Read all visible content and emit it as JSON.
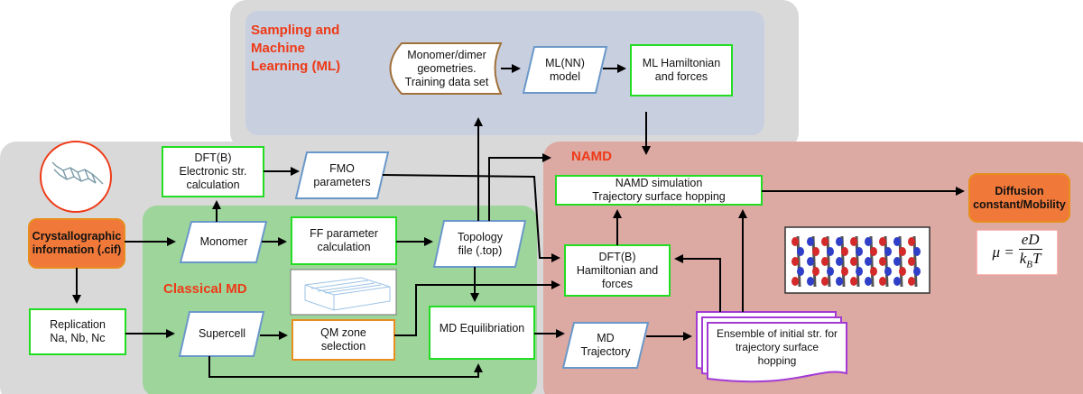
{
  "regions": {
    "sampling": "Sampling and\nMachine\nLearning (ML)",
    "namd": "NAMD",
    "classical": "Classical MD"
  },
  "nodes": {
    "crystal": "Crystallographic\ninformation (.cif)",
    "replication": "Replication\nNa, Nb, Nc",
    "dft_elec": "DFT(B)\nElectronic str.\ncalculation",
    "fmo": "FMO\nparameters",
    "monomer": "Monomer",
    "ff": "FF parameter\ncalculation",
    "topology": "Topology\nfile (.top)",
    "supercell": "Supercell",
    "qm_zone": "QM zone\nselection",
    "md_equil": "MD Equilibriation",
    "md_traj": "MD\nTrajectory",
    "ensemble": "Ensemble of initial str. for\ntrajectory surface\nhopping",
    "dft_ham": "DFT(B)\nHamiltonian and\nforces",
    "namd_sim": "NAMD simulation\nTrajectory surface hopping",
    "diffusion": "Diffusion\nconstant/Mobility",
    "geometries": "Monomer/dimer\ngeometries.\nTraining data set",
    "ml_model": "ML(NN)\nmodel",
    "ml_ham": "ML Hamiltonian\nand forces"
  },
  "formula": {
    "lhs": "μ =",
    "numerator": "eD",
    "denominator_base": "k",
    "denominator_sub": "B",
    "denominator_tail": "T"
  },
  "colors": {
    "gray_panel": "#d9d9d9",
    "sampling_panel": "#c8cfdf",
    "namd_panel": "#dca9a3",
    "classical_panel": "#9ed59b",
    "green_border": "#22dd22",
    "blue_border": "#6a98c9",
    "orange_fill": "#f0793a",
    "orange_border": "#e88d1e",
    "region_title": "#ee3a17",
    "purple_border": "#a33ad4",
    "brown_border": "#a0703a"
  },
  "icons": [
    "molecule-image",
    "supercell-box-image",
    "orbital-chain-image"
  ]
}
